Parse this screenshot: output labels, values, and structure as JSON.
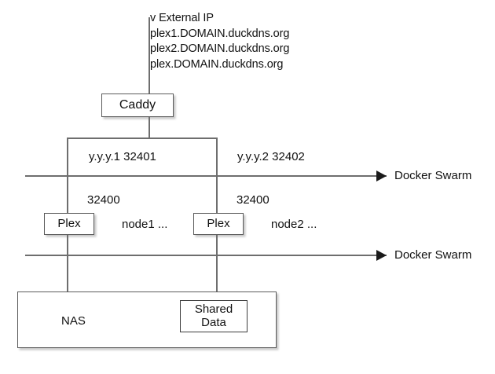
{
  "diagram": {
    "title_text": "v External IP\nplex1.DOMAIN.duckdns.org\nplex2.DOMAIN.duckdns.org\nplex.DOMAIN.duckdns.org",
    "nodes": {
      "caddy": "Caddy",
      "plex_node1": "Plex",
      "plex_node2": "Plex",
      "nas": "NAS",
      "shared_data": "Shared\nData"
    },
    "edge_labels": {
      "left_endpoint": "y.y.y.1 32401",
      "right_endpoint": "y.y.y.2 32402",
      "left_port": "32400",
      "right_port": "32400",
      "node1": "node1 ...",
      "node2": "node2 ..."
    },
    "swarm_lines": [
      {
        "label": "Docker Swarm"
      },
      {
        "label": "Docker Swarm"
      }
    ],
    "colors": {
      "line": "#6e6e6e",
      "arrow": "#1a1a1a",
      "box_border": "#5a5a5a",
      "text": "#111111",
      "background": "#ffffff"
    }
  }
}
